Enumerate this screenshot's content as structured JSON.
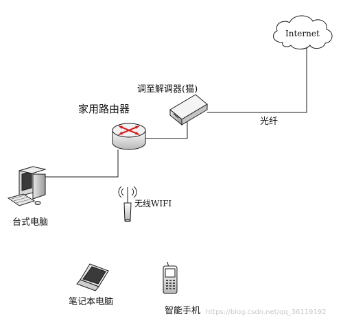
{
  "nodes": {
    "internet": {
      "label": "Internet"
    },
    "modem": {
      "label": "调至解调器(猫)"
    },
    "router": {
      "label": "家用路由器"
    },
    "desktop": {
      "label": "台式电脑"
    },
    "wifi": {
      "label": "无线WIFI"
    },
    "laptop": {
      "label": "笔记本电脑"
    },
    "phone": {
      "label": "智能手机"
    }
  },
  "edges": {
    "fiber": {
      "label": "光纤"
    }
  },
  "watermark": "https://blog.csdn.net/qq_36119192",
  "colors": {
    "router_arrows": "#d42020",
    "stroke": "#1a1a1a",
    "watermark": "#c9c9c9"
  }
}
